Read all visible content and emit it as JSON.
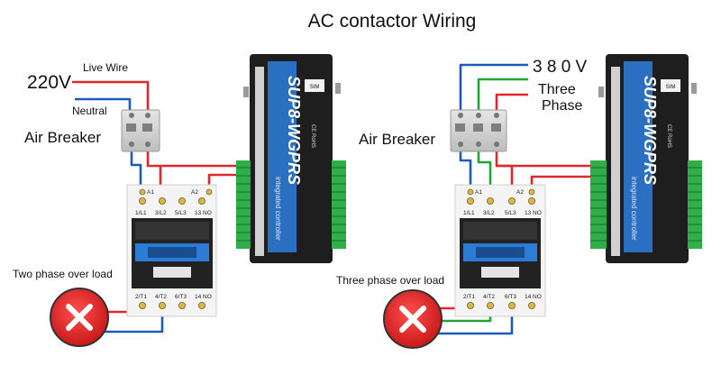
{
  "title": "AC contactor Wiring",
  "left": {
    "voltage": "220V",
    "live_wire": "Live Wire",
    "neutral": "Neutral",
    "breaker": "Air Breaker",
    "overload": "Two phase over load"
  },
  "right": {
    "voltage": "3 8 0 V",
    "phase_line1": "Three",
    "phase_line2": "Phase",
    "breaker": "Air Breaker",
    "overload": "Three phase over load"
  },
  "contactor": {
    "top_terminals": [
      "1/L1",
      "3/L2",
      "5/L3",
      "13 NO"
    ],
    "coil_a1": "A1",
    "coil_a2": "A2",
    "bottom_terminals": [
      "2/T1",
      "4/T2",
      "6/T3",
      "14 NO"
    ]
  },
  "controller": {
    "model": "SUP8-WGPRS",
    "subtitle": "integrated controller",
    "sim": "SIM",
    "cert": "CE RoHS"
  },
  "colors": {
    "live": "#e0282c",
    "neutral": "#1a5ab8",
    "phase_green": "#22a33c",
    "terminal_green": "#2fae4a",
    "controller_blue": "#2a6fc0",
    "overload_red": "#e02424"
  }
}
